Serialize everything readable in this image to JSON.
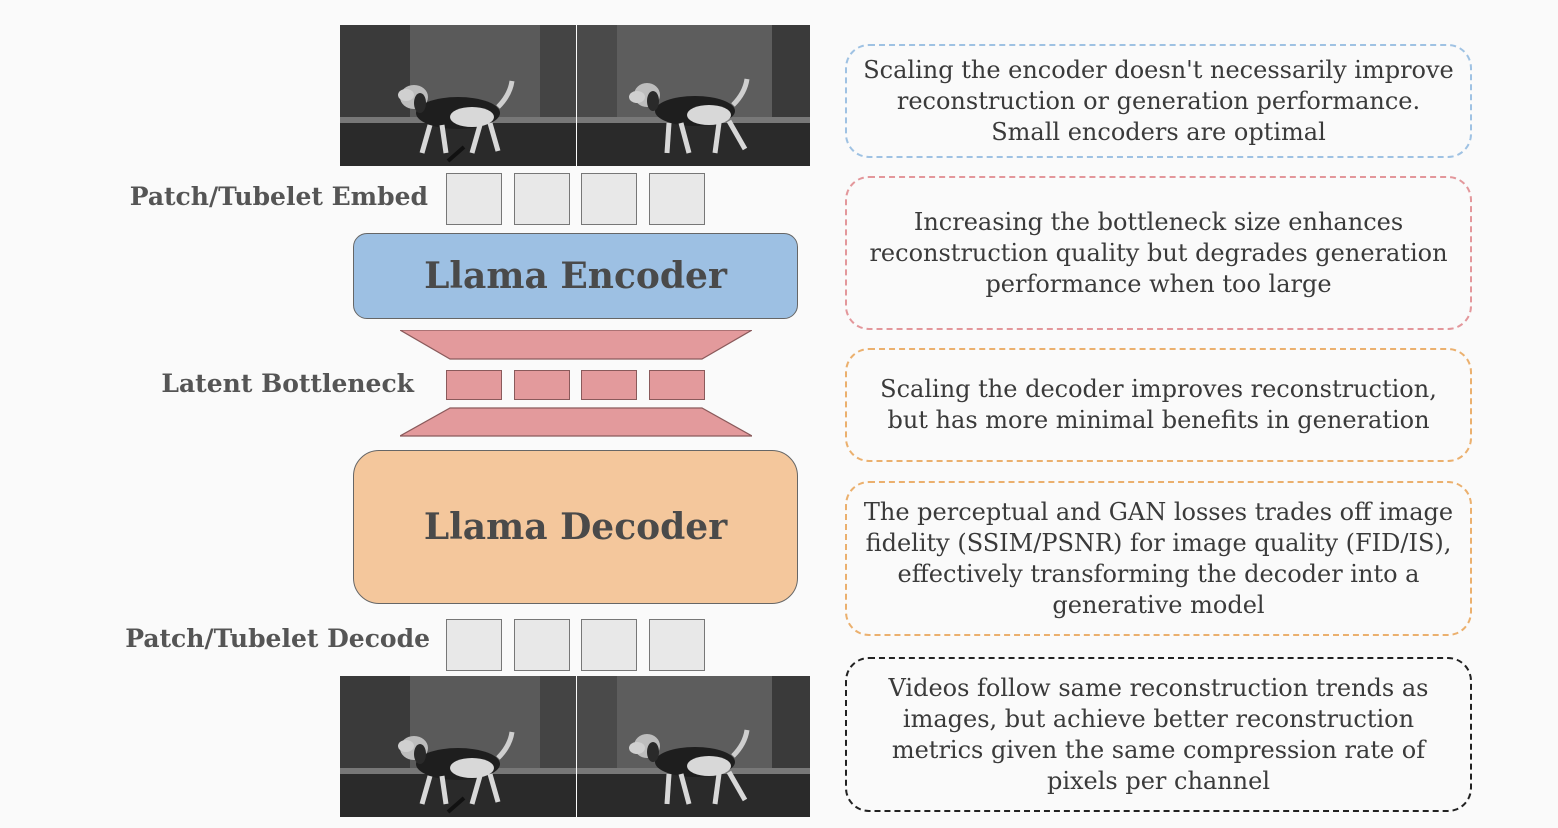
{
  "labels": {
    "embed": "Patch/Tubelet Embed",
    "bottleneck": "Latent Bottleneck",
    "decode": "Patch/Tubelet Decode"
  },
  "encoder": {
    "title": "Llama Encoder",
    "color": "#9dc0e3"
  },
  "decoder": {
    "title": "Llama Decoder",
    "color": "#f4c79c"
  },
  "bottleneck_color": "#e39a9c",
  "notes": [
    {
      "text": "Scaling the encoder doesn't necessarily improve reconstruction or generation performance. Small encoders are optimal",
      "border_color": "#9fc2e3"
    },
    {
      "text": "Increasing the bottleneck size enhances reconstruction quality but degrades generation performance when too large",
      "border_color": "#e3979b"
    },
    {
      "text": "Scaling the decoder improves reconstruction, but has more minimal benefits in generation",
      "border_color": "#ebb06e"
    },
    {
      "text": "The perceptual and GAN losses trades off image fidelity (SSIM/PSNR) for image quality (FID/IS), effectively transforming the decoder into a generative model",
      "border_color": "#ebb06e"
    },
    {
      "text": "Videos follow same reconstruction trends as images, but achieve better reconstruction metrics given the same compression rate of pixels per channel",
      "border_color": "#222222"
    }
  ]
}
